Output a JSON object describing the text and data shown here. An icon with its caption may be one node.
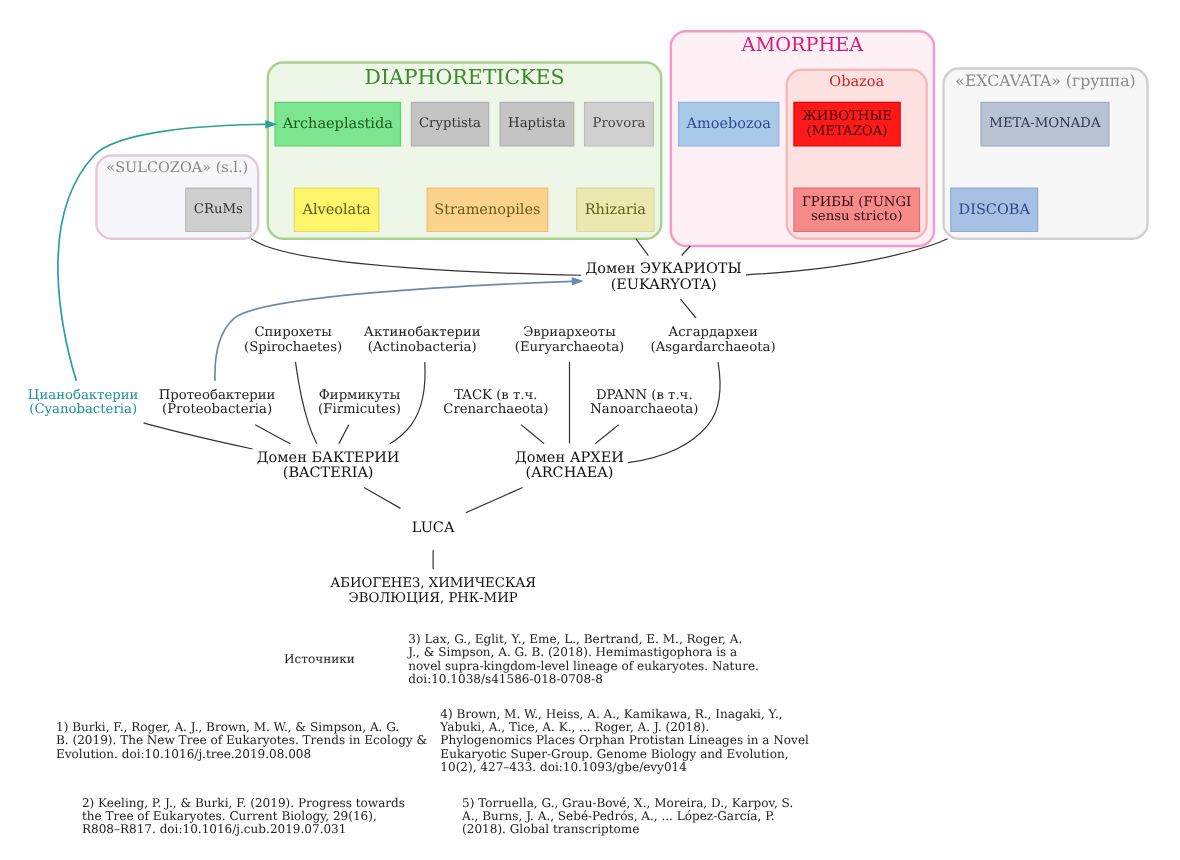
{
  "diagram": {
    "nodes": [
      {
        "text": [
          "DIAPHORETICKES"
        ]
      },
      {
        "text": [
          "Rhizaria"
        ],
        "in": 0
      },
      {
        "text": [
          "Stramenopiles"
        ],
        "in": 0
      },
      {
        "text": [
          "Alveolata"
        ],
        "in": 0
      },
      {
        "text": [
          "Provora"
        ],
        "in": 0
      },
      {
        "text": [
          "Haptista"
        ],
        "in": 0
      },
      {
        "text": [
          "Cryptista"
        ],
        "in": 0
      },
      {
        "text": [
          "Archaeplastida"
        ],
        "in": 0
      },
      {
        "text": [
          "«EXCAVATA» (группа)"
        ]
      },
      {
        "text": [
          "DISCOBA"
        ],
        "in": 8
      },
      {
        "text": [
          "META-MONADA"
        ],
        "in": 8
      },
      {
        "text": [
          "«SULCOZOA» (s.l.)"
        ]
      },
      {
        "text": [
          "CRuMs"
        ],
        "in": 11
      },
      {
        "text": [
          "AMORPHEA"
        ]
      },
      {
        "text": [
          "Obazoa"
        ],
        "in": 13
      },
      {
        "text": [
          "ЖИВОТНЫЕ (METAZOA)"
        ],
        "in": 14
      },
      {
        "text": [
          "ГРИБЫ (FUNGI sensu stricto)"
        ],
        "in": 14
      },
      {
        "text": [
          "Amoebozoa"
        ],
        "in": 13
      },
      {
        "text": [
          "Домен ЭУКАРИОТЫ (EUKARYOTA)"
        ]
      },
      {
        "text": [
          "Домен АРХЕИ (ARCHAEA)"
        ]
      },
      {
        "text": [
          "Домен БАКТЕРИИ (BACTERIA)"
        ]
      },
      {
        "text": [
          "LUCA"
        ]
      },
      {
        "text": [
          "АБИОГЕНЕЗ, ХИМИЧЕСКАЯ ЭВОЛЮЦИЯ, РНК-МИР"
        ]
      },
      {
        "text": [
          "Асгардархеи (Asgardarchaeota)"
        ]
      },
      {
        "text": [
          "TACK (в т.ч. Crenarchaeota)"
        ]
      },
      {
        "text": [
          "Эвриархеоты (Euryarchaeota)"
        ]
      },
      {
        "text": [
          "DPANN (в т.ч. Nanoarchaeota)"
        ]
      },
      {
        "text": [
          "Протеобактерии (Proteobacteria)"
        ]
      },
      {
        "text": [
          "Спирохеты (Spirochaetes)"
        ]
      },
      {
        "text": [
          "Фирмикуты (Firmicutes)"
        ]
      },
      {
        "text": [
          "Актинобактерии (Actinobacteria)"
        ]
      },
      {
        "text": [
          "Цианобактерии (Cyanobacteria)"
        ]
      }
    ],
    "edges": [
      {
        "from": 22,
        "to": 21,
        "arrow": "none"
      },
      {
        "from": 21,
        "to": 20,
        "arrow": "none"
      },
      {
        "from": 21,
        "to": 19,
        "arrow": "none"
      },
      {
        "from": 20,
        "to": 27,
        "arrow": "none"
      },
      {
        "from": 20,
        "to": 28,
        "arrow": "none"
      },
      {
        "from": 20,
        "to": 29,
        "arrow": "none"
      },
      {
        "from": 20,
        "to": 30,
        "arrow": "none"
      },
      {
        "from": 20,
        "to": 31,
        "arrow": "none"
      },
      {
        "from": 19,
        "to": 23,
        "arrow": "none"
      },
      {
        "from": 19,
        "to": 24,
        "arrow": "none"
      },
      {
        "from": 19,
        "to": 25,
        "arrow": "none"
      },
      {
        "from": 19,
        "to": 26,
        "arrow": "none"
      },
      {
        "from": 23,
        "to": 18,
        "arrow": "none"
      },
      {
        "from": 27,
        "to": 18,
        "arrow": "to",
        "color": "#6b8aa8"
      },
      {
        "from": 31,
        "to": 7,
        "arrow": "to",
        "color": "#2aa198"
      },
      {
        "from": 18,
        "to": 0,
        "arrow": "none"
      },
      {
        "from": 18,
        "to": 8,
        "arrow": "none"
      },
      {
        "from": 18,
        "to": 11,
        "arrow": "none"
      },
      {
        "from": 18,
        "to": 13,
        "arrow": "none"
      }
    ],
    "labels": [
      "Источники",
      "1) Burki, F., Roger, A. J., Brown, M. W., & Simpson, A. G. B. (2019). The New Tree of Eukaryotes. Trends in Ecology & Evolution. doi:10.1016/j.tree.2019.08.008",
      "2) Keeling, P. J., & Burki, F. (2019). Progress towards the Tree of Eukaryotes. Current Biology, 29(16), R808–R817. doi:10.1016/j.cub.2019.07.031",
      "3) Lax, G., Eglit, Y., Eme, L., Bertrand, E. M., Roger, A. J., & Simpson, A. G. B. (2018). Hemimastigophora is a novel supra-kingdom-level lineage of eukaryotes. Nature. doi:10.1038/s41586-018-0708-8",
      "4) Brown, M. W., Heiss, A. A., Kamikawa, R., Inagaki, Y., Yabuki, A., Tice, A. K., ... Roger, A. J. (2018). Phylogenomics Places Orphan Protistan Lineages in a Novel Eukaryotic Super-Group. Genome Biology and Evolution, 10(2), 427–433. doi:10.1093/gbe/evy014",
      "5) Torruella, G., Grau-Bové, X., Moreira, D., Karpov, S. A., Burns, J. A., Sebé-Pedrós, A., ... López-García, P. (2018). Global transcriptome"
    ]
  }
}
